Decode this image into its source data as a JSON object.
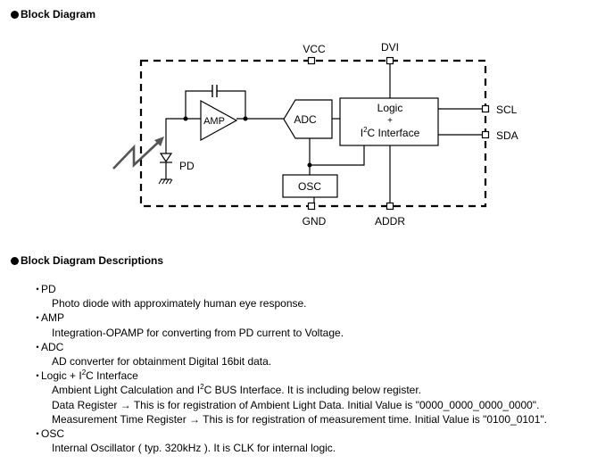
{
  "headings": {
    "block_diagram": "Block Diagram",
    "descriptions": "Block Diagram Descriptions"
  },
  "diagram": {
    "vcc": "VCC",
    "dvi": "DVI",
    "gnd": "GND",
    "addr": "ADDR",
    "scl": "SCL",
    "sda": "SDA",
    "amp": "AMP",
    "adc": "ADC",
    "osc": "OSC",
    "pd": "PD",
    "logic_line1": "Logic",
    "logic_line2": "+",
    "logic_line3_prefix": "I",
    "logic_line3_sup": "2",
    "logic_line3_suffix": "C Interface"
  },
  "descriptions": {
    "bullet_char": "・",
    "pd_name": "PD",
    "pd_text": "Photo diode with approximately human eye response.",
    "amp_name": "AMP",
    "amp_text": "Integration-OPAMP for converting from PD current to Voltage.",
    "adc_name": "ADC",
    "adc_text": "AD converter for obtainment Digital 16bit data.",
    "logic_name_prefix": "Logic + I",
    "logic_name_sup": "2",
    "logic_name_suffix": "C Interface",
    "logic_text_prefix": "Ambient Light Calculation and I",
    "logic_text_sup": "2",
    "logic_text_suffix": "C BUS Interface. It is including below register.",
    "data_register": "Data Register  →  This is for registration of Ambient Light Data. Initial Value is \"0000_0000_0000_0000\".",
    "mt_register": "Measurement Time Register  →  This is for registration of measurement time. Initial Value is \"0100_0101\".",
    "osc_name": "OSC",
    "osc_text": "Internal Oscillator ( typ. 320kHz ). It is CLK for internal logic."
  }
}
